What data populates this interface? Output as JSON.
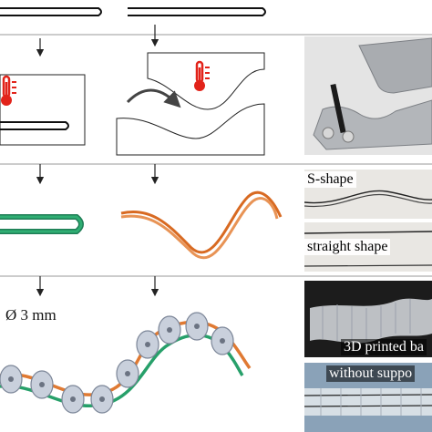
{
  "labels": {
    "diameter": "Ø 3 mm",
    "s_shape": "S-shape",
    "straight_shape": "straight shape",
    "printed_backbone": "3D printed ba",
    "without_support": "without suppo"
  },
  "icons": [
    "thermometer-icon",
    "thermometer-icon",
    "down-arrow-icon",
    "curved-arrow-icon"
  ],
  "colors": {
    "rod": "#111111",
    "heat": "#e2231a",
    "green_wire": "#27a06a",
    "orange_wire": "#e07a33",
    "divider": "#9a9a9a"
  }
}
